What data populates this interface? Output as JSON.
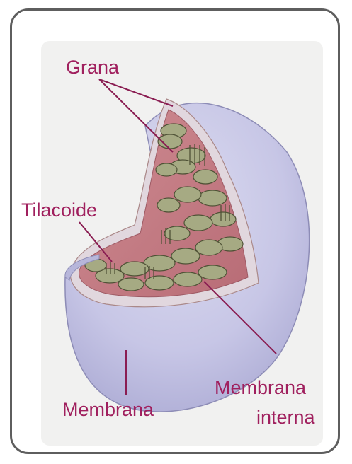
{
  "labels": {
    "grana": "Grana",
    "tilacoide": "Tilacoide",
    "membrana": "Membrana",
    "membrana_interna_line1": "Membrana",
    "membrana_interna_line2": "interna"
  },
  "colors": {
    "label": "#a0205e",
    "outer_membrane": "#c9c8e6",
    "inner_membrane": "#c98d8c",
    "stroma": "#c27a82",
    "thylakoid": "#a6aa83",
    "frame": "#5e5e5e"
  }
}
